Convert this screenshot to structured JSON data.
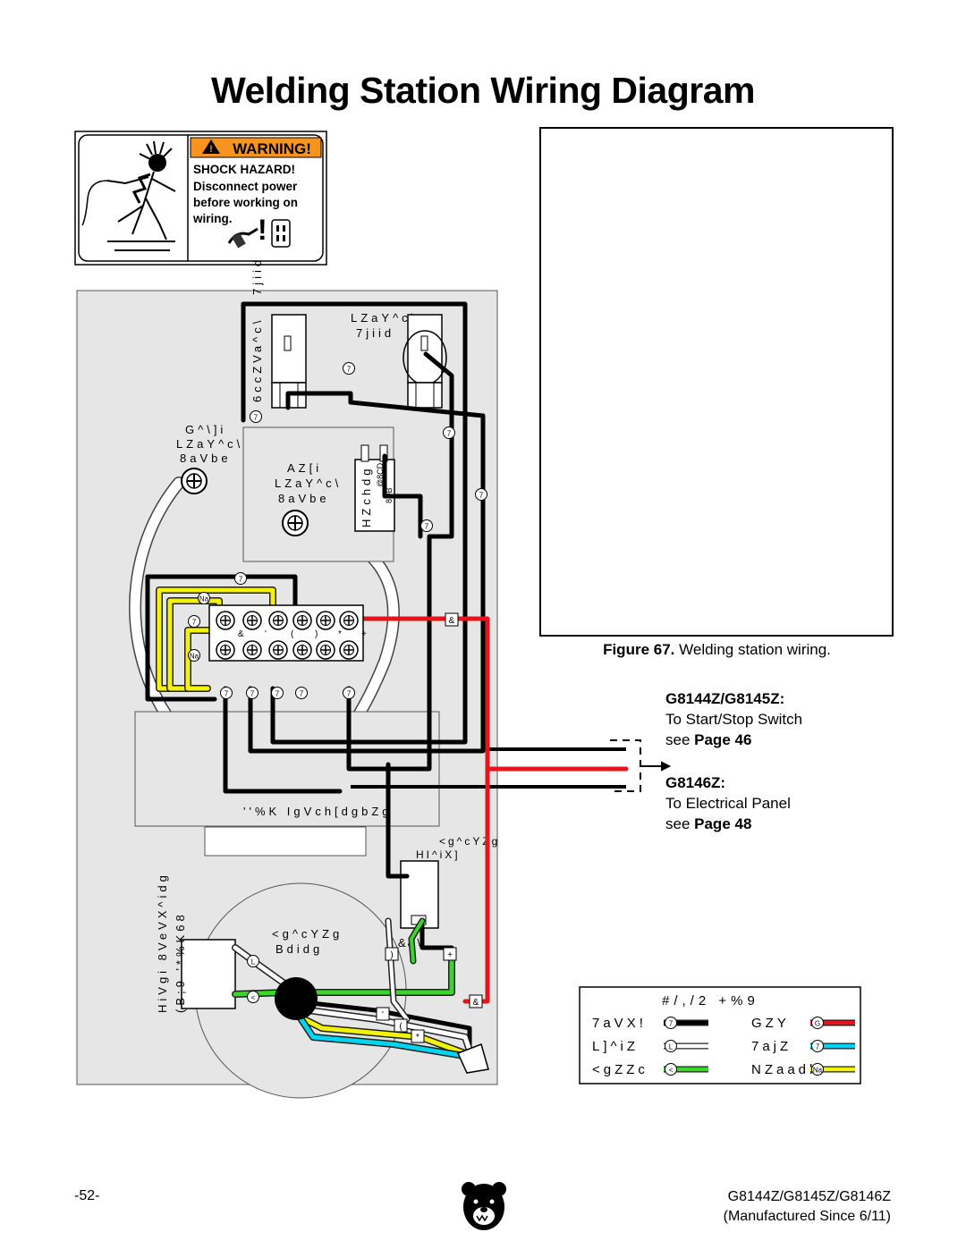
{
  "title": "Welding Station Wiring Diagram",
  "warning_decal": {
    "header": "WARNING!",
    "hazard": "SHOCK HAZARD!",
    "lines": [
      "Disconnect power",
      "before working on",
      "wiring."
    ],
    "exclamation": "!"
  },
  "diagram_labels": {
    "left_outlet_label_a": "6ccZVa^c\\",
    "left_outlet_label_b": "7jiid",
    "top_outlet_label_a": "LZaY^c\\",
    "top_outlet_label_b": "7jiid",
    "ground_left_a": "G^\\]i",
    "ground_left_b": "LZaY^c\\",
    "ground_left_c": "8aVbe",
    "ground_center_a": "AZ[i",
    "ground_center_b": "LZaY^c\\",
    "ground_center_c": "8aVbe",
    "switch_label": "HZchdg",
    "switch_small_a": "@8CD",
    "switch_small_b": "8DB",
    "transformer_label": "''%K IgVch[dgbZg",
    "fuse_label_a": "<g^cYZg",
    "fuse_label_b": "HI^iX]",
    "motor_label_a": "<g^cYZg",
    "motor_label_b": "Bdidg",
    "capacitor_label_a": "HiVgi 8VeVX^idg",
    "capacitor_label_b": "(B;9 '*%K68",
    "wire_nut_label": "&&\\",
    "terminal_numbers": [
      "&",
      "'",
      "(",
      ")",
      "*",
      "+"
    ],
    "node_letter": "7",
    "node_letter_n": "Na"
  },
  "figure_caption": {
    "number": "Figure 67.",
    "text": "Welding station wiring."
  },
  "notes": {
    "g1_heading": "G8144Z/G8145Z:",
    "g1_line1": "To Start/Stop Switch",
    "g1_line2_pre": "see ",
    "g1_line2_bold": "Page 46",
    "g2_heading": "G8146Z:",
    "g2_line1": "To Electrical Panel",
    "g2_line2_pre": "see ",
    "g2_line2_bold": "Page 48"
  },
  "legend": {
    "title": "#/,/2 +%9",
    "entries": [
      {
        "label": "7aVX!",
        "code": "7",
        "color": "#000000"
      },
      {
        "label": "GZY",
        "code": "G",
        "color": "#e8141b"
      },
      {
        "label": "L]^iZ",
        "code": "L",
        "color": "#ffffff"
      },
      {
        "label": "7ajZ",
        "code": "7",
        "color": "#00d4f0"
      },
      {
        "label": "<gZZc",
        "code": "<",
        "color": "#39d72a"
      },
      {
        "label": "NZaadl",
        "code": "Na",
        "color": "#f2f20a"
      }
    ]
  },
  "footer": {
    "page": "-52-",
    "model": "G8144Z/G8145Z/G8146Z",
    "since": "(Manufactured Since 6/11)"
  },
  "colors": {
    "black_wire": "#000000",
    "red_wire": "#e8141b",
    "green_wire": "#39d72a",
    "yellow_wire": "#f2f20a",
    "blue_wire": "#00d4f0",
    "panel_gray": "#e6e6e6"
  }
}
